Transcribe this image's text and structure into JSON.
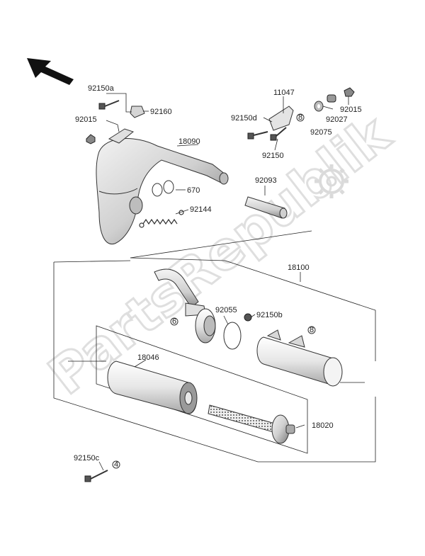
{
  "watermark": "PartsRepublik",
  "labels": {
    "l92150a": "92150a",
    "l92160": "92160",
    "l92015a": "92015",
    "l18090": "18090",
    "l670": "670",
    "l92144": "92144",
    "l11047": "11047",
    "l92150d": "92150d",
    "l92150": "92150",
    "l92027": "92027",
    "l92075": "92075",
    "l92015b": "92015",
    "l92093": "92093",
    "l18100": "18100",
    "l92055": "92055",
    "l92150b": "92150b",
    "l18046": "18046",
    "l18020": "18020",
    "l92150c": "92150c"
  },
  "markers": {
    "m1": "8",
    "m2": "6",
    "m3": "8",
    "m4": "4"
  }
}
